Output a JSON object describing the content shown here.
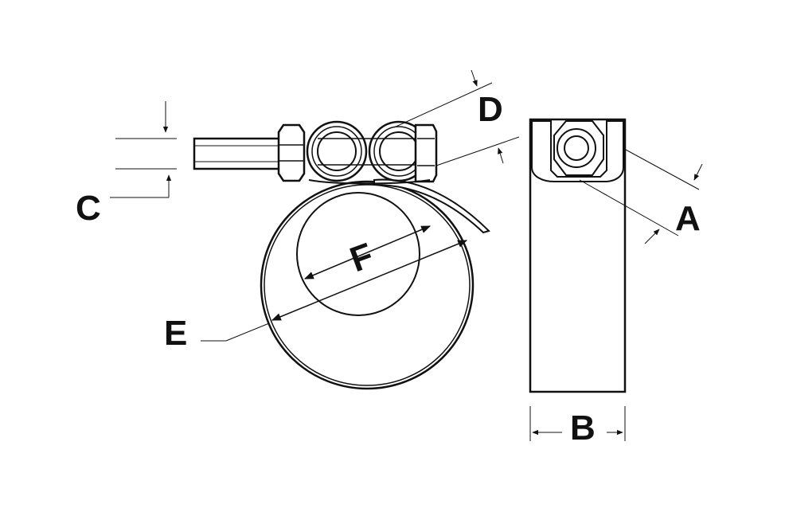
{
  "diagram": {
    "labels": {
      "a": "A",
      "b": "B",
      "c": "C",
      "d": "D",
      "e": "E",
      "f": "F"
    },
    "colors": {
      "ink": "#111111",
      "background": "#ffffff"
    }
  }
}
